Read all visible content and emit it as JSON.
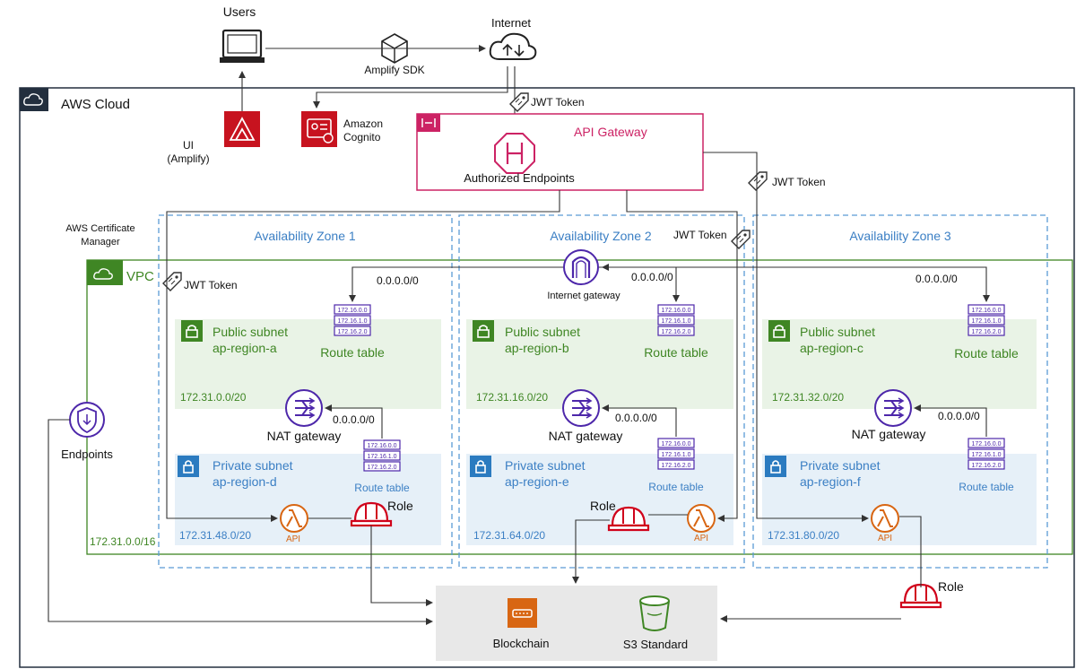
{
  "top": {
    "users_label": "Users",
    "internet_label": "Internet",
    "amplify_sdk_label": "Amplify SDK"
  },
  "aws_cloud": {
    "label": "AWS Cloud"
  },
  "ui_amplify": {
    "line1": "UI",
    "line2": "(Amplify)"
  },
  "cognito": {
    "line1": "Amazon",
    "line2": "Cognito"
  },
  "api_gateway": {
    "title": "API Gateway",
    "endpoint_label": "Authorized Endpoints"
  },
  "jwt_token_label": "JWT Token",
  "certificate_manager": {
    "line1": "AWS Certificate",
    "line2": "Manager"
  },
  "vpc": {
    "label": "VPC",
    "cidr": "172.31.0.0/16"
  },
  "endpoints_label": "Endpoints",
  "internet_gateway_label": "Internet gateway",
  "route_label": "0.0.0.0/0",
  "route_table": {
    "label": "Route table",
    "rows": [
      "172.16.0.0",
      "172.16.1.0",
      "172.16.2.0"
    ]
  },
  "nat_gateway_label": "NAT gateway",
  "lambda_label": "API",
  "role_label": "Role",
  "zones": [
    {
      "title": "Availability Zone 1",
      "public_subnet": {
        "name": "Public subnet",
        "region": "ap-region-a",
        "cidr": "172.31.0.0/20"
      },
      "private_subnet": {
        "name": "Private subnet",
        "region": "ap-region-d",
        "cidr": "172.31.48.0/20"
      }
    },
    {
      "title": "Availability Zone 2",
      "public_subnet": {
        "name": "Public subnet",
        "region": "ap-region-b",
        "cidr": "172.31.16.0/20"
      },
      "private_subnet": {
        "name": "Private subnet",
        "region": "ap-region-e",
        "cidr": "172.31.64.0/20"
      }
    },
    {
      "title": "Availability Zone 3",
      "public_subnet": {
        "name": "Public subnet",
        "region": "ap-region-c",
        "cidr": "172.31.32.0/20"
      },
      "private_subnet": {
        "name": "Private subnet",
        "region": "ap-region-f",
        "cidr": "172.31.80.0/20"
      }
    }
  ],
  "storage": {
    "blockchain_label": "Blockchain",
    "s3_label": "S3 Standard"
  },
  "colors": {
    "cloud_border": "#232f3e",
    "vpc_green": "#3f8624",
    "public_subnet_bg": "#e9f3e6",
    "private_subnet_bg": "#e6f0f8",
    "private_text": "#3b7fc4",
    "az_border": "#5a9bd5",
    "api_gateway_pink": "#cc2264",
    "network_purple": "#4d27aa",
    "lambda_orange": "#d86613",
    "role_red": "#d0021b",
    "cognito_red": "#c7131f",
    "storage_bg": "#e8e8e8"
  }
}
